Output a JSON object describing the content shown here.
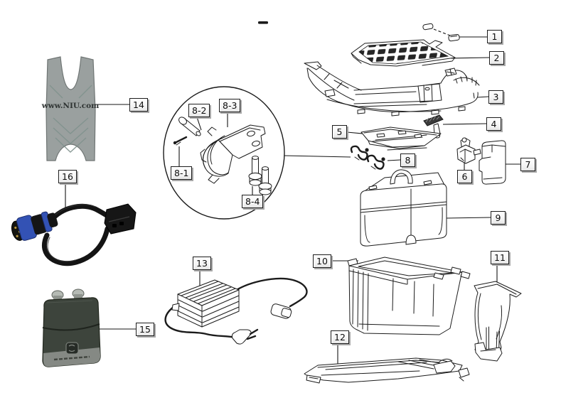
{
  "diagram": {
    "type": "exploded-parts-diagram",
    "brand_text": "www.NIU.com",
    "detail_view_of": "8",
    "callouts": [
      {
        "id": "1",
        "part": "cap-plug"
      },
      {
        "id": "2",
        "part": "compartment-grid-mat"
      },
      {
        "id": "3",
        "part": "floorboard-frame"
      },
      {
        "id": "4",
        "part": "t-handle-key"
      },
      {
        "id": "5",
        "part": "cover-plate"
      },
      {
        "id": "6",
        "part": "lock-latch"
      },
      {
        "id": "7",
        "part": "lock-cover"
      },
      {
        "id": "8",
        "part": "clamp-bracket-set"
      },
      {
        "id": "9",
        "part": "battery-box"
      },
      {
        "id": "10",
        "part": "battery-tray"
      },
      {
        "id": "11",
        "part": "drain-chute-bracket"
      },
      {
        "id": "12",
        "part": "bottom-panel"
      },
      {
        "id": "13",
        "part": "charger"
      },
      {
        "id": "14",
        "part": "rubber-mat"
      },
      {
        "id": "15",
        "part": "adapter-box"
      },
      {
        "id": "16",
        "part": "adapter-cable"
      },
      {
        "id": "8-1",
        "part": "cotter-pin"
      },
      {
        "id": "8-2",
        "part": "clevis-pin"
      },
      {
        "id": "8-3",
        "part": "clamp-bracket"
      },
      {
        "id": "8-4",
        "part": "shoulder-bolts"
      }
    ],
    "colors": {
      "line_art": "#1b1b1b",
      "mat_gray": "#9aa09f",
      "cable_blue": "#3352b4",
      "adapter_body": "#3d443c",
      "adapter_strip": "#8d918c",
      "label_bg": "#ffffff",
      "label_shadow": "#a9a9a9"
    }
  }
}
